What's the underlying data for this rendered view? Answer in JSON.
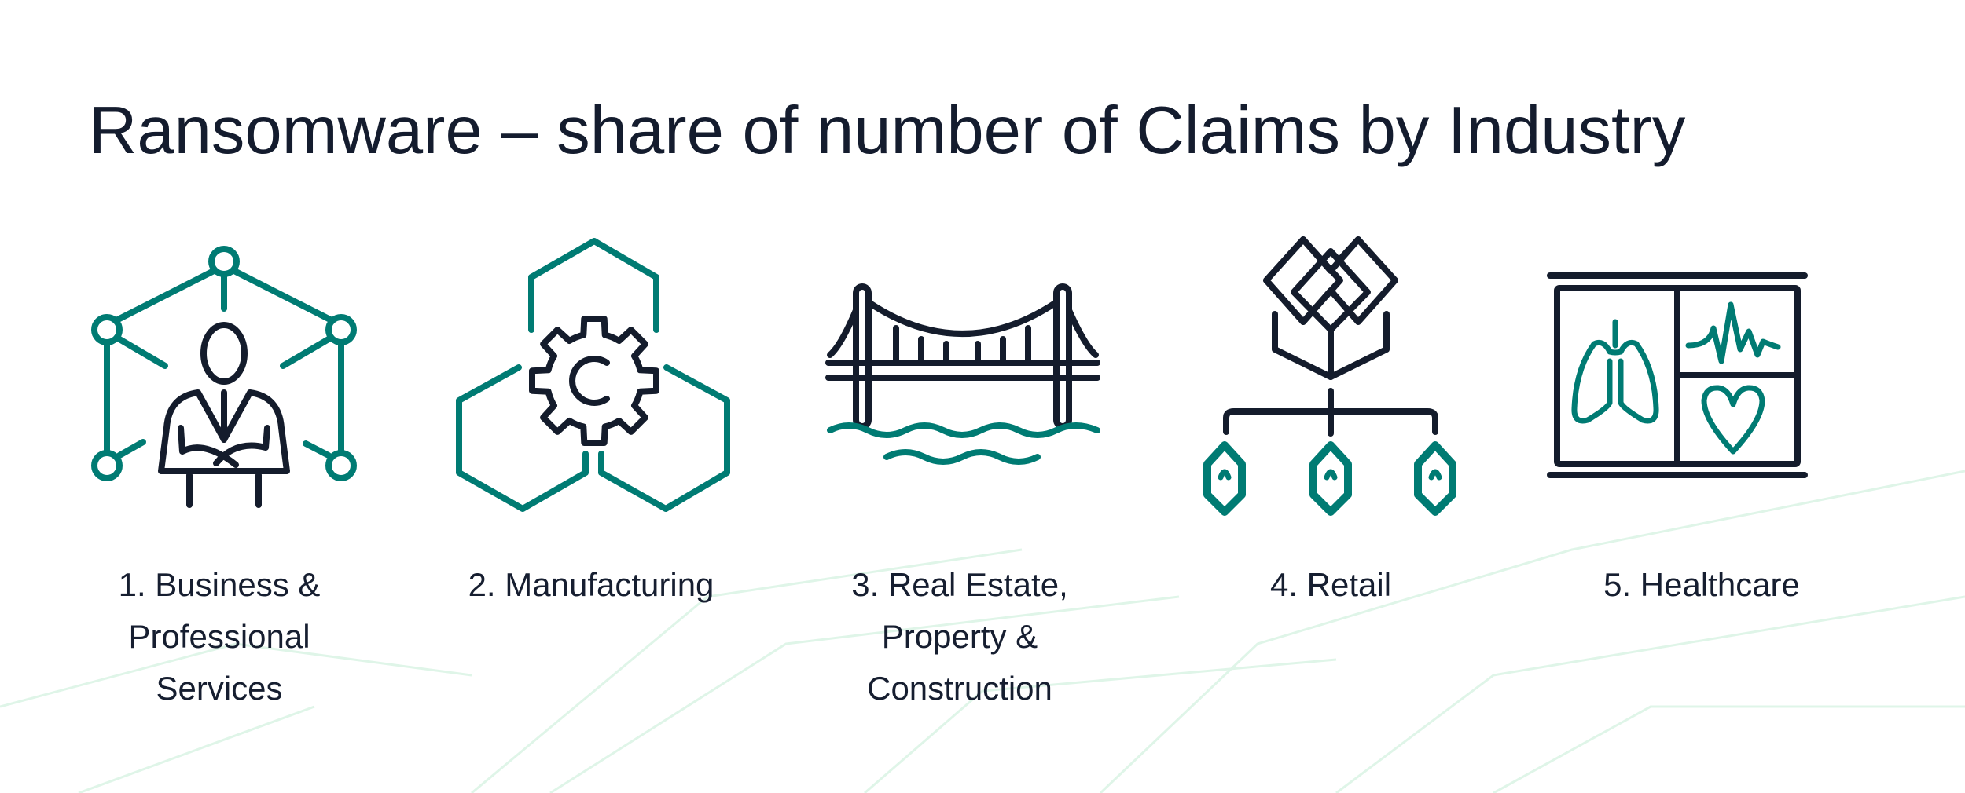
{
  "slide": {
    "title": "Ransomware – share of number of Claims by Industry",
    "industries": [
      {
        "rank": 1,
        "lines": [
          "1. Business &",
          "Professional",
          "Services"
        ],
        "icon": "business-person-network-icon"
      },
      {
        "rank": 2,
        "lines": [
          "2. Manufacturing"
        ],
        "icon": "gear-hexagon-icon"
      },
      {
        "rank": 3,
        "lines": [
          "3. Real Estate,",
          "Property &",
          "Construction"
        ],
        "icon": "bridge-icon"
      },
      {
        "rank": 4,
        "lines": [
          "4. Retail"
        ],
        "icon": "box-distribution-icon"
      },
      {
        "rank": 5,
        "lines": [
          "5. Healthcare"
        ],
        "icon": "health-monitor-icon"
      }
    ],
    "colors": {
      "accent": "#007b73",
      "dark": "#141c2c",
      "background_pattern": "#dff5e8"
    }
  }
}
